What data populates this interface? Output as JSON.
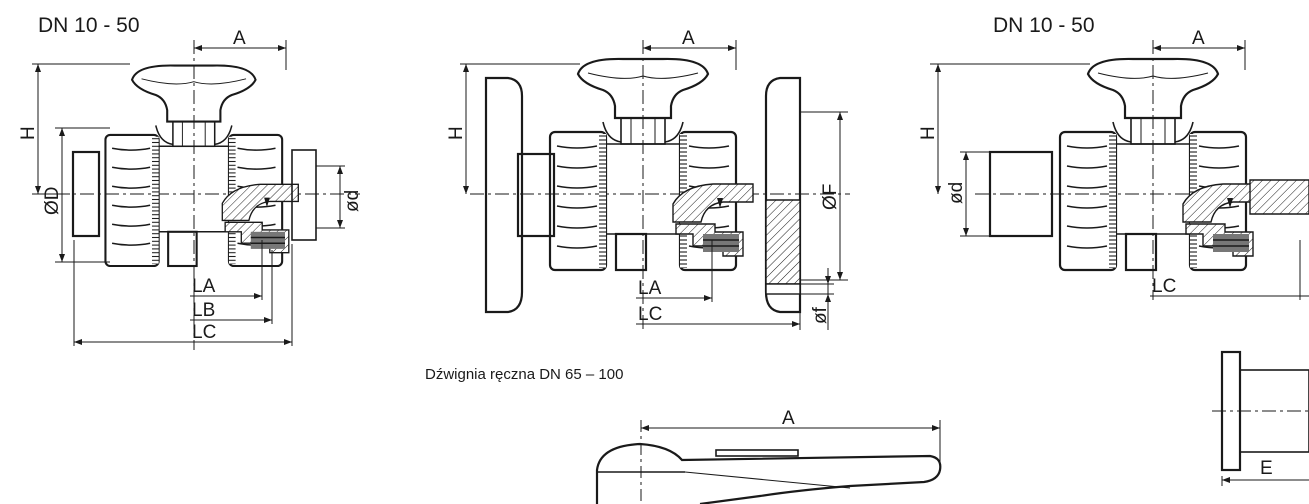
{
  "views": {
    "left": {
      "title": "DN 10 - 50",
      "dims": {
        "A": "A",
        "H": "H",
        "D": "ØD",
        "d": "ød",
        "LA": "LA",
        "LB": "LB",
        "LC": "LC"
      }
    },
    "middle": {
      "dims": {
        "A": "A",
        "H": "H",
        "F": "ØF",
        "f": "øf",
        "LA": "LA",
        "LC": "LC"
      }
    },
    "right": {
      "title": "DN 10 - 50",
      "dims": {
        "A": "A",
        "H": "H",
        "d": "ød",
        "LC": "LC",
        "E": "E"
      }
    },
    "lever": {
      "caption": "Dźwignia ręczna DN 65 – 100",
      "dims": {
        "A": "A"
      }
    }
  }
}
